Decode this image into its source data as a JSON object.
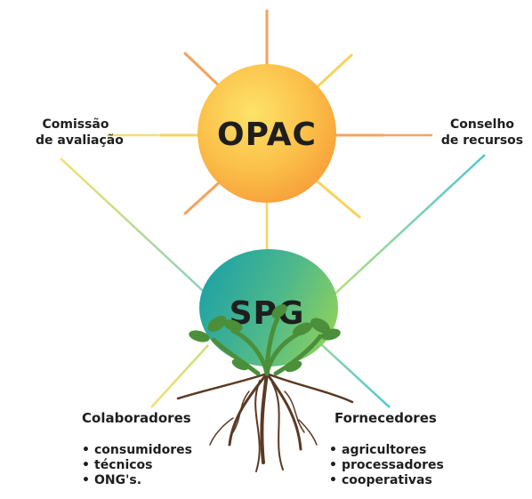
{
  "nodes": {
    "top": "OPAC",
    "center": "SPG"
  },
  "branches": {
    "left_top": [
      "Comissão",
      "de avaliação"
    ],
    "right_top": [
      "Conselho",
      "de recursos"
    ],
    "left_bottom": "Colaboradores",
    "right_bottom": "Fornecedores"
  },
  "lists": {
    "colaboradores": [
      "consumidores",
      "técnicos",
      "ONG's."
    ],
    "fornecedores": [
      "agricultores",
      "processadores",
      "cooperativas"
    ]
  },
  "colors": {
    "sun_inner": "#fde36a",
    "sun_outer": "#f79f3a",
    "ray_orange": "#f5a35c",
    "ray_yellow": "#f8d35c",
    "spg_teal": "#1fa2a5",
    "spg_green": "#7fcc5a",
    "line_yellow": "#f5e06a",
    "line_cyan": "#4cc6d9",
    "root_brown": "#5a3a24",
    "leaf_green": "#4b8f3a"
  }
}
